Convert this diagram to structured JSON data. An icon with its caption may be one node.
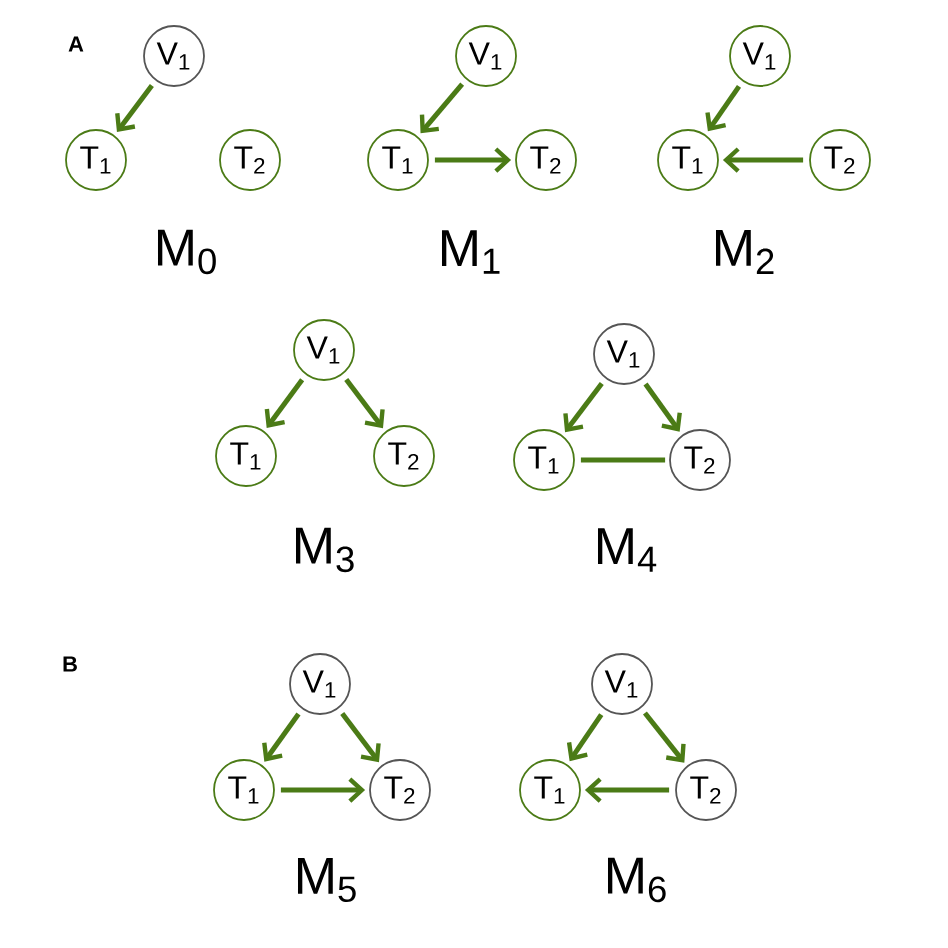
{
  "diagram": {
    "nodes": [
      {
        "text": [
          "V$_{1}$"
        ]
      },
      {
        "text": [
          "T$_{1}$"
        ]
      },
      {
        "text": [
          "T$_{2}$"
        ]
      },
      {
        "text": [
          "V$_{1}$"
        ]
      },
      {
        "text": [
          "T$_{1}$"
        ]
      },
      {
        "text": [
          "T$_{2}$"
        ]
      },
      {
        "text": [
          "V$_{1}$"
        ]
      },
      {
        "text": [
          "T$_{1}$"
        ]
      },
      {
        "text": [
          "T$_{2}$"
        ]
      },
      {
        "text": [
          "V$_{1}$"
        ]
      },
      {
        "text": [
          "T$_{1}$"
        ]
      },
      {
        "text": [
          "T$_{2}$"
        ]
      },
      {
        "text": [
          "V$_{1}$"
        ]
      },
      {
        "text": [
          "T$_{1}$"
        ]
      },
      {
        "text": [
          "T$_{2}$"
        ]
      },
      {
        "text": [
          "V$_{1}$"
        ]
      },
      {
        "text": [
          "T$_{1}$"
        ]
      },
      {
        "text": [
          "T$_{2}$"
        ]
      },
      {
        "text": [
          "V$_{1}$"
        ]
      },
      {
        "text": [
          "T$_{1}$"
        ]
      },
      {
        "text": [
          "T$_{2}$"
        ]
      }
    ],
    "edges": [
      {
        "from": 0,
        "to": 1,
        "arrow": "to"
      },
      {
        "from": 3,
        "to": 4,
        "arrow": "to"
      },
      {
        "from": 4,
        "to": 5,
        "arrow": "to"
      },
      {
        "from": 6,
        "to": 7,
        "arrow": "to"
      },
      {
        "from": 8,
        "to": 7,
        "arrow": "to"
      },
      {
        "from": 9,
        "to": 10,
        "arrow": "to"
      },
      {
        "from": 9,
        "to": 11,
        "arrow": "to"
      },
      {
        "from": 12,
        "to": 13,
        "arrow": "to"
      },
      {
        "from": 12,
        "to": 14,
        "arrow": "to"
      },
      {
        "from": 13,
        "to": 14,
        "arrow": "none"
      },
      {
        "from": 15,
        "to": 16,
        "arrow": "to"
      },
      {
        "from": 15,
        "to": 17,
        "arrow": "to"
      },
      {
        "from": 16,
        "to": 17,
        "arrow": "to"
      },
      {
        "from": 18,
        "to": 19,
        "arrow": "to"
      },
      {
        "from": 18,
        "to": 20,
        "arrow": "to"
      },
      {
        "from": 20,
        "to": 19,
        "arrow": "to"
      }
    ],
    "labels": [
      "A",
      "M$_{0}$",
      "M$_{1}$",
      "M$_{2}$",
      "M$_{3}$",
      "M$_{4}$",
      "B",
      "M$_{5}$",
      "M$_{6}$"
    ]
  }
}
